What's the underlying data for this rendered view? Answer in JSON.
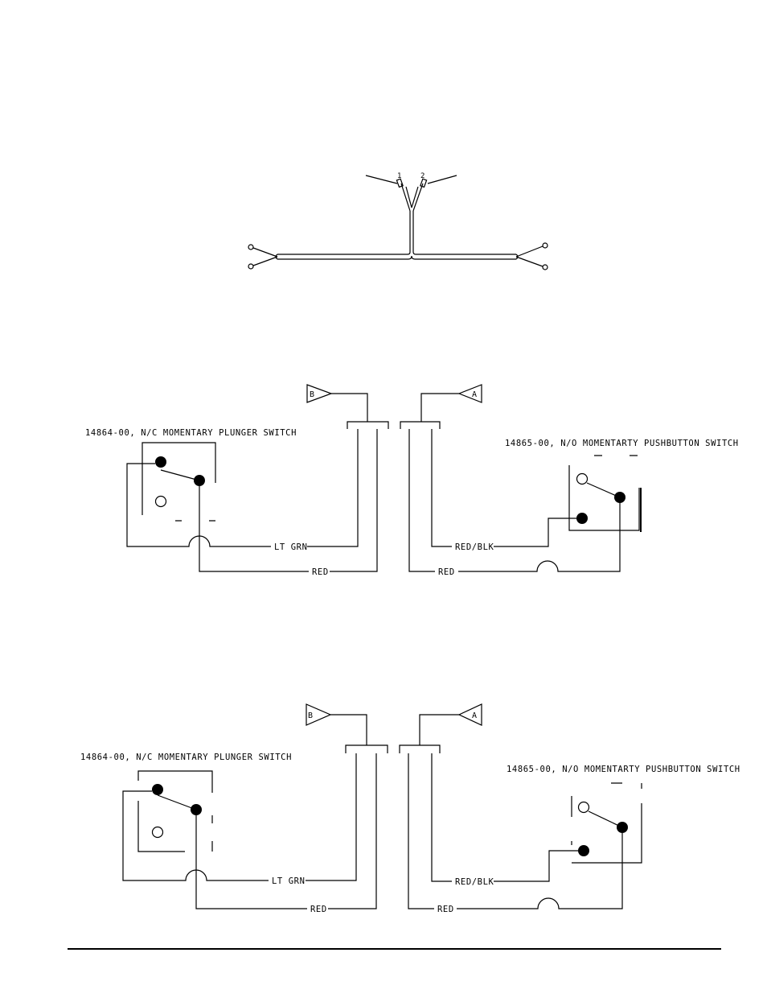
{
  "harness": {
    "pin_labels": [
      "1",
      "2"
    ]
  },
  "diagrams": [
    {
      "connector_b": "B",
      "connector_a": "A",
      "left_switch_label": "14864-00, N/C MOMENTARY PLUNGER SWITCH",
      "right_switch_label": "14865-00, N/O MOMENTARTY PUSHBUTTON SWITCH",
      "wire_lt_grn": "LT GRN",
      "wire_red_left": "RED",
      "wire_red_blk": "RED/BLK",
      "wire_red_right": "RED"
    },
    {
      "connector_b": "B",
      "connector_a": "A",
      "left_switch_label": "14864-00, N/C MOMENTARY PLUNGER SWITCH",
      "right_switch_label": "14865-00, N/O MOMENTARTY PUSHBUTTON SWITCH",
      "wire_lt_grn": "LT GRN",
      "wire_red_left": "RED",
      "wire_red_blk": "RED/BLK",
      "wire_red_right": "RED"
    }
  ],
  "colors": {
    "line": "#000000",
    "background": "#ffffff"
  }
}
